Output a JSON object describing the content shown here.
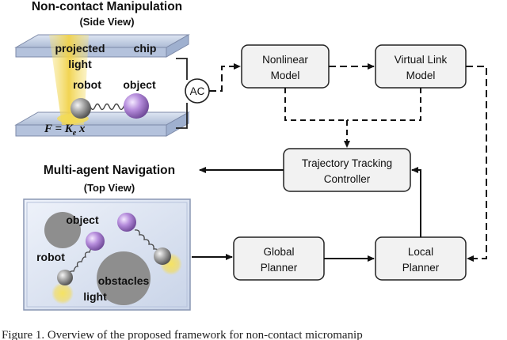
{
  "side_view": {
    "title": "Non-contact  Manipulation",
    "subtitle": "(Side View)",
    "label_projected": "projected",
    "label_light": "light",
    "label_chip": "chip",
    "label_robot": "robot",
    "label_object": "object",
    "force_eq_lhs": "F = K",
    "force_eq_sub": "e",
    "force_eq_rhs": " x",
    "source_label": "AC"
  },
  "top_view": {
    "title": "Multi-agent Navigation",
    "subtitle": "(Top View)",
    "label_object": "object",
    "label_robot": "robot",
    "label_obstacles": "obstacles",
    "label_light": "light"
  },
  "blocks": {
    "nonlinear_model": [
      "Nonlinear",
      "Model"
    ],
    "virtual_link_model": [
      "Virtual Link",
      "Model"
    ],
    "trajectory_controller": [
      "Trajectory Tracking",
      "Controller"
    ],
    "global_planner": [
      "Global",
      "Planner"
    ],
    "local_planner": [
      "Local",
      "Planner"
    ]
  },
  "caption": "Figure 1.   Overview of the proposed framework for non-contact micromanip",
  "colors": {
    "plate_face": "#c9d4e6",
    "light_beam": "#f2de7a",
    "robot_sphere": "#9a9a9a",
    "object_sphere": "#b48ad8",
    "obstacle": "#8e8e8e",
    "block_fill": "#f2f2f2"
  }
}
